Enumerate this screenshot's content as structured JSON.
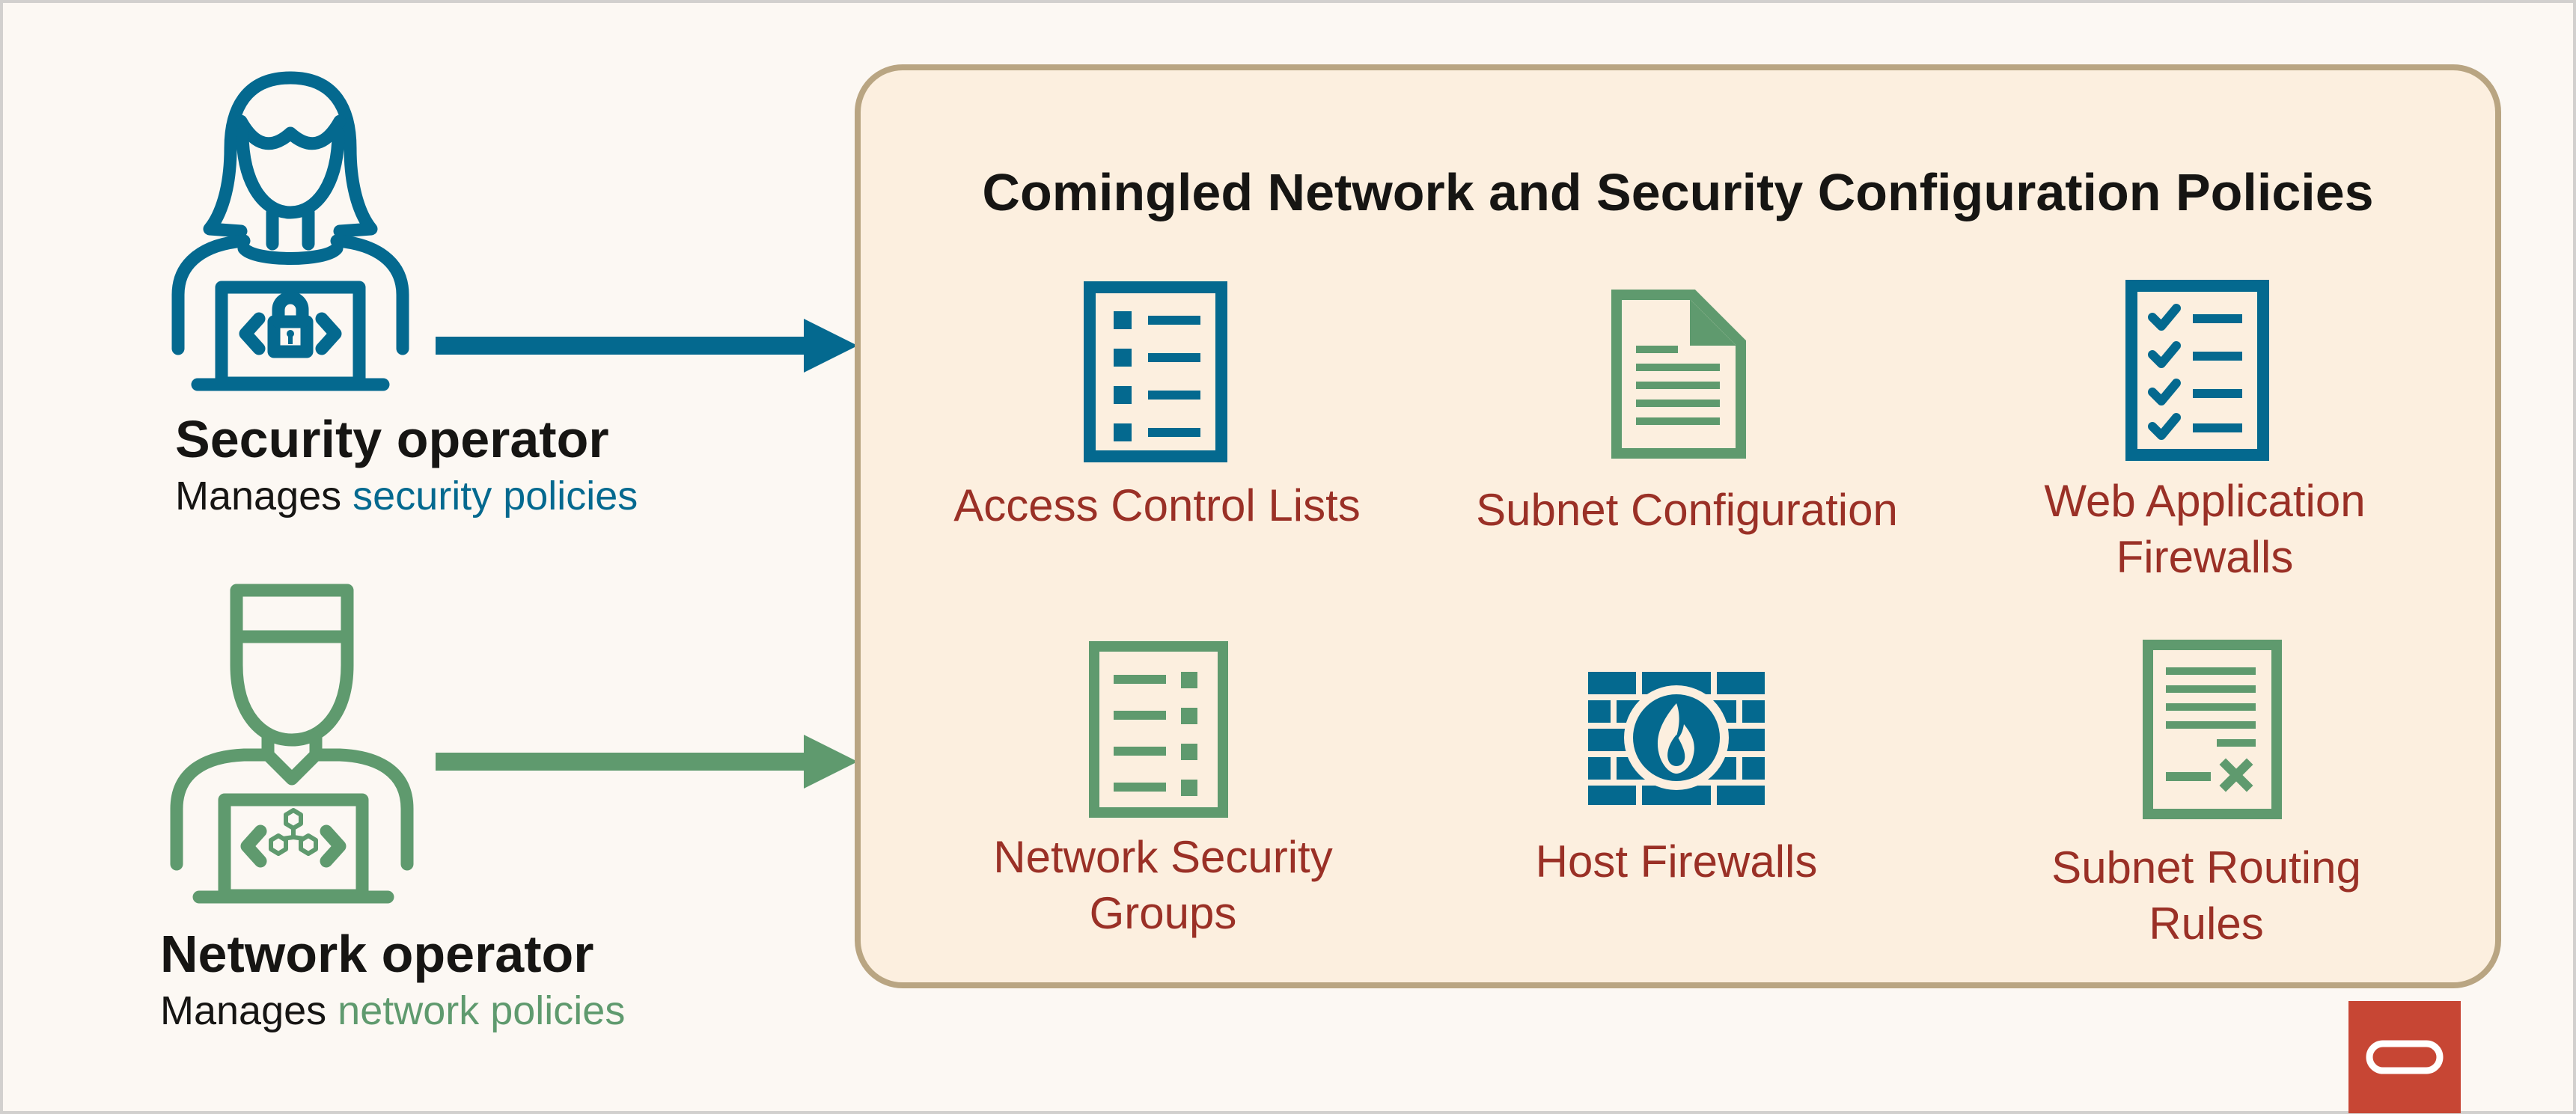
{
  "colors": {
    "security": "#04698f",
    "network": "#5f9a6e",
    "policy_label": "#9a3026",
    "panel_fill": "#fcefdf",
    "panel_border": "#b9a582",
    "brand_red": "#c74634"
  },
  "security_operator": {
    "title": "Security operator",
    "desc_prefix": "Manages ",
    "desc_highlight": "security policies",
    "icon": "security-operator-icon"
  },
  "network_operator": {
    "title": "Network operator",
    "desc_prefix": "Manages ",
    "desc_highlight": "network policies",
    "icon": "network-operator-icon"
  },
  "panel": {
    "title": "Comingled Network and Security Configuration Policies",
    "policies": [
      {
        "label_lines": [
          "Access Control Lists"
        ],
        "icon": "list-icon"
      },
      {
        "label_lines": [
          "Subnet Configuration"
        ],
        "icon": "document-icon"
      },
      {
        "label_lines": [
          "Web Application",
          "Firewalls"
        ],
        "icon": "checklist-icon"
      },
      {
        "label_lines": [
          "Network Security",
          "Groups"
        ],
        "icon": "list-icon"
      },
      {
        "label_lines": [
          "Host Firewalls"
        ],
        "icon": "firewall-icon"
      },
      {
        "label_lines": [
          "Subnet Routing",
          "Rules"
        ],
        "icon": "rules-icon"
      }
    ]
  },
  "brand": {
    "logo": "oracle-logo"
  }
}
